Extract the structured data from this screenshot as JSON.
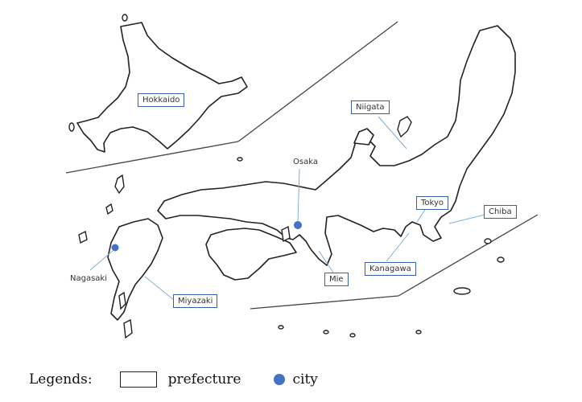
{
  "prefectures": [
    {
      "id": "hokkaido",
      "label": "Hokkaido"
    },
    {
      "id": "niigata",
      "label": "Niigata"
    },
    {
      "id": "tokyo",
      "label": "Tokyo"
    },
    {
      "id": "chiba",
      "label": "Chiba"
    },
    {
      "id": "kanagawa",
      "label": "Kanagawa"
    },
    {
      "id": "mie",
      "label": "Mie"
    },
    {
      "id": "miyazaki",
      "label": "Miyazaki"
    }
  ],
  "cities": [
    {
      "id": "osaka",
      "label": "Osaka"
    },
    {
      "id": "nagasaki",
      "label": "Nagasaki"
    }
  ],
  "legend": {
    "title": "Legends:",
    "prefecture_label": "prefecture",
    "city_label": "city"
  },
  "colors": {
    "city_marker": "#4472c4",
    "label_border": "#3b5ea8",
    "leader_line": "#7fb0d6"
  }
}
